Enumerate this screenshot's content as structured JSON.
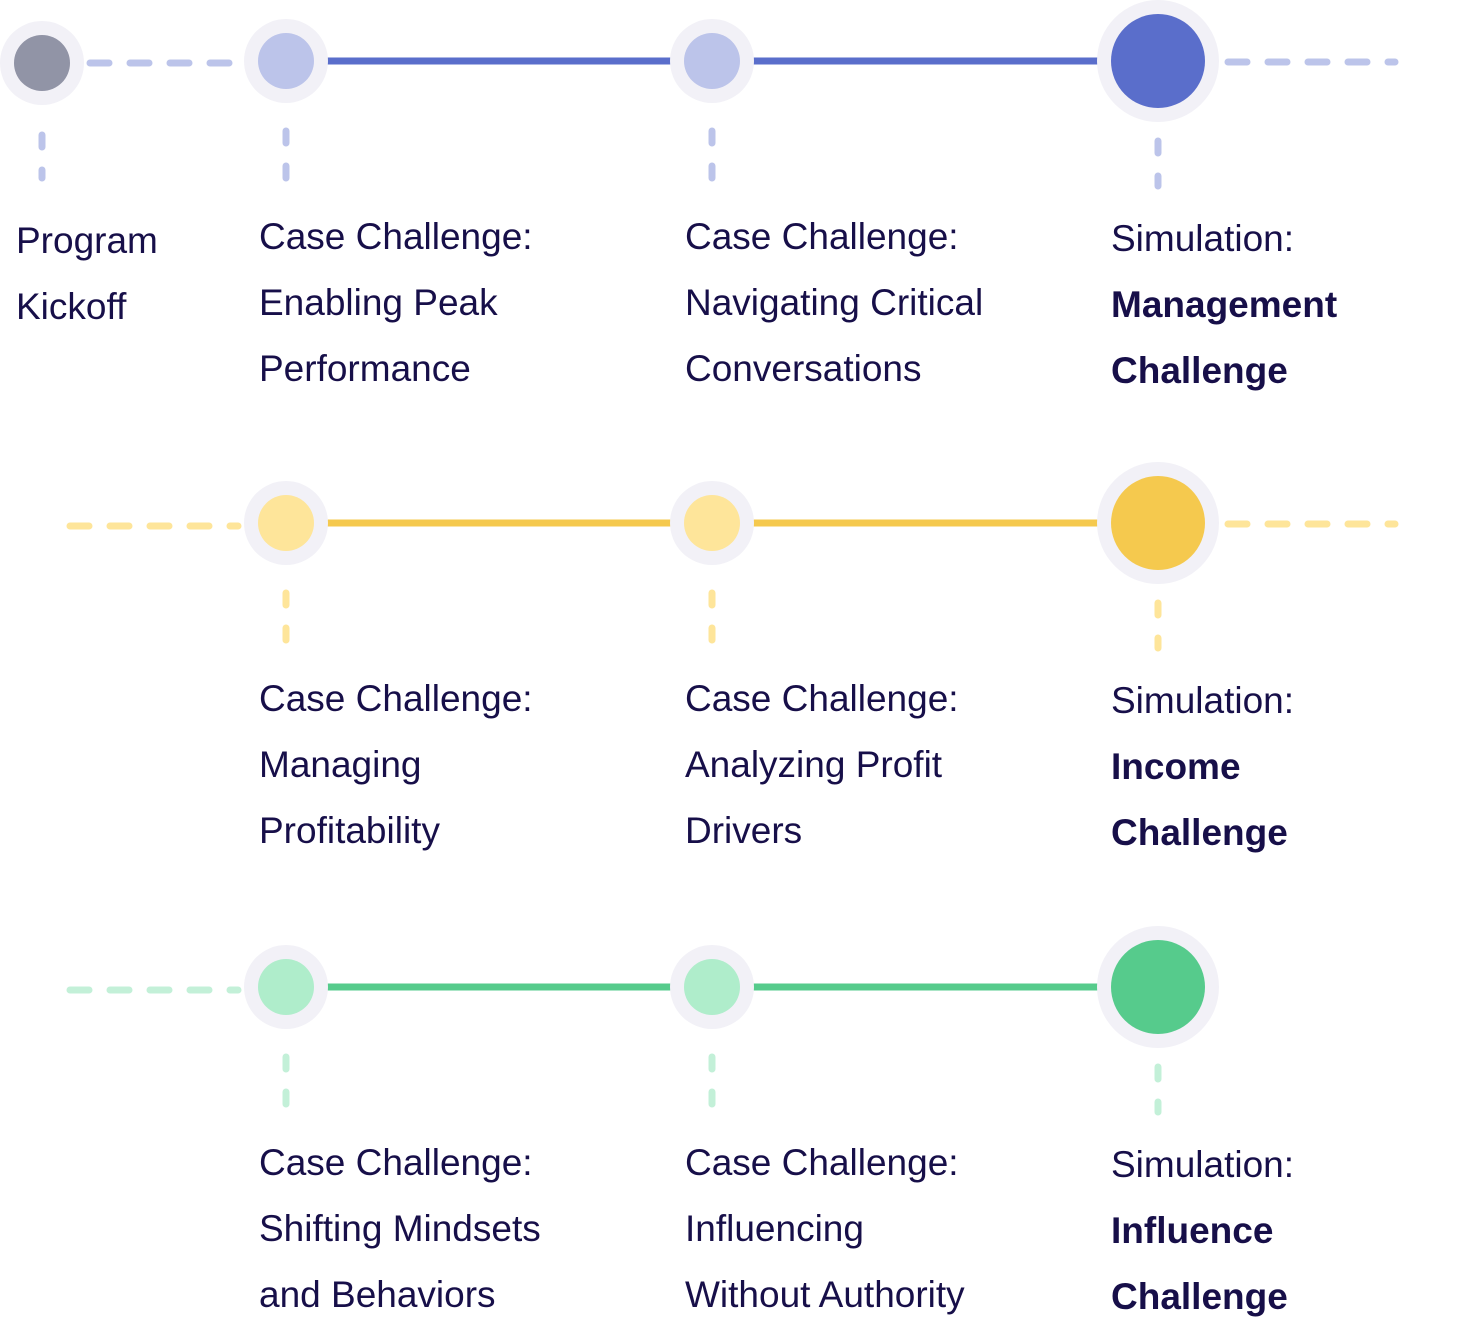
{
  "colors": {
    "text": "#170F49",
    "halo": "#F2F1F7",
    "kickoff": "#9194A6"
  },
  "kickoff": {
    "lines": [
      "Program",
      "Kickoff"
    ]
  },
  "tracks": [
    {
      "name": "management",
      "main_color": "#5A6ECB",
      "light_color": "#BCC4EA",
      "dash_color": "#BCC4EA",
      "left_dash": "from-kickoff",
      "right_dash": true,
      "steps": [
        {
          "lines": [
            "Case Challenge:",
            "Enabling Peak",
            "Performance"
          ]
        },
        {
          "lines": [
            "Case Challenge:",
            "Navigating Critical",
            "Conversations"
          ]
        },
        {
          "lines": [
            "Simulation:"
          ],
          "bold_lines": [
            "Management",
            "Challenge"
          ]
        }
      ]
    },
    {
      "name": "income",
      "main_color": "#F5C94E",
      "light_color": "#FEE59A",
      "dash_color": "#FEE59A",
      "left_dash": "open",
      "right_dash": true,
      "steps": [
        {
          "lines": [
            "Case Challenge:",
            "Managing",
            "Profitability"
          ]
        },
        {
          "lines": [
            "Case Challenge:",
            "Analyzing Profit",
            "Drivers"
          ]
        },
        {
          "lines": [
            "Simulation:"
          ],
          "bold_lines": [
            "Income",
            "Challenge"
          ]
        }
      ]
    },
    {
      "name": "influence",
      "main_color": "#56CB8C",
      "light_color": "#AFEDCB",
      "dash_color": "#C3F0D8",
      "left_dash": "open",
      "right_dash": false,
      "steps": [
        {
          "lines": [
            "Case Challenge:",
            "Shifting Mindsets",
            "and Behaviors"
          ]
        },
        {
          "lines": [
            "Case Challenge:",
            "Influencing",
            "Without Authority"
          ]
        },
        {
          "lines": [
            "Simulation:"
          ],
          "bold_lines": [
            "Influence",
            "Challenge"
          ]
        }
      ]
    }
  ]
}
